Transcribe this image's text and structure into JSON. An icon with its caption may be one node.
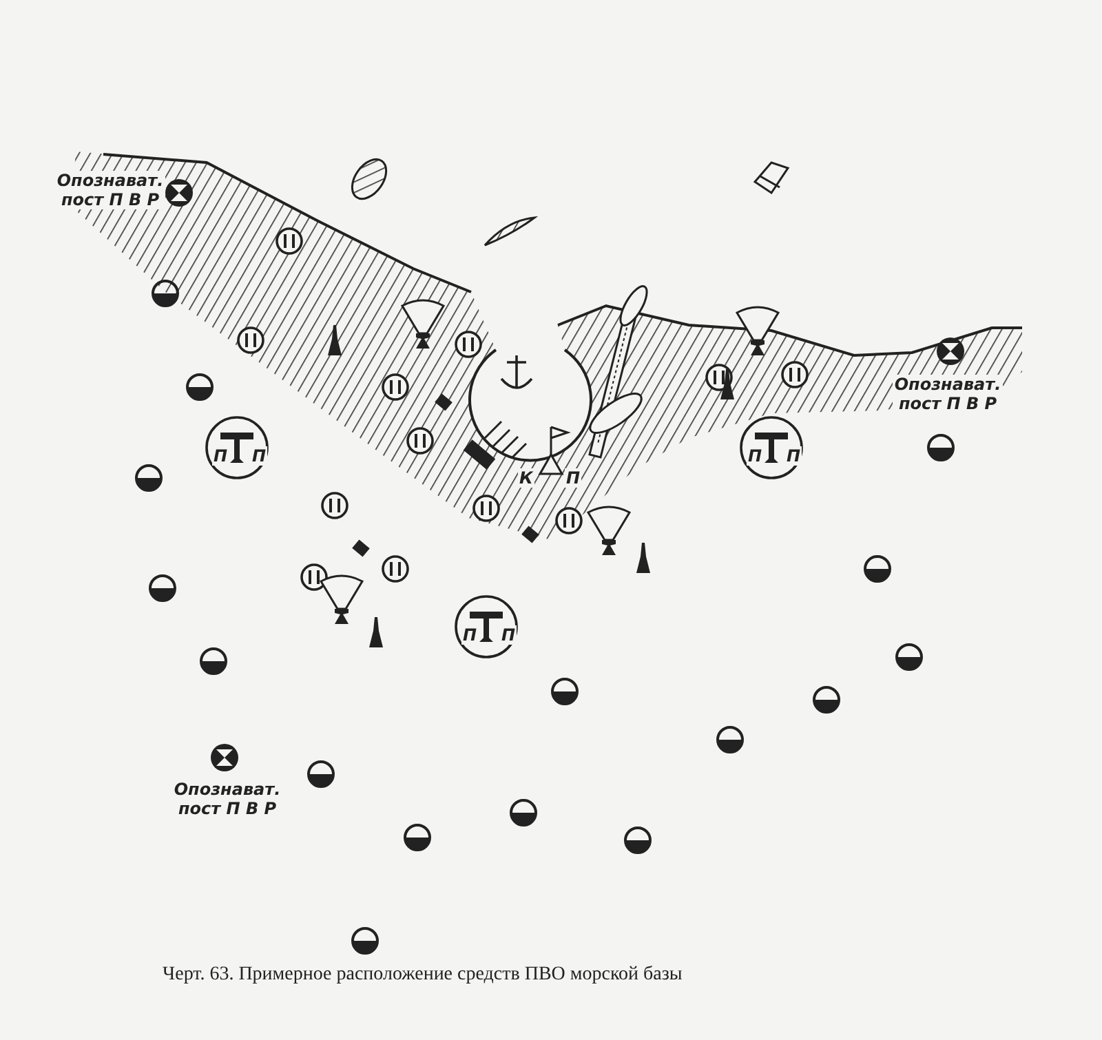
{
  "diagram": {
    "caption": "Черт. 63. Примерное расположение средств ПВО морской базы",
    "labels": [
      "Опознават. пост П В Р",
      "Опознават. пост П В Р",
      "П",
      "П",
      "П",
      "П",
      "К",
      "П",
      "П",
      "П",
      "Опознават. пост П В Р"
    ]
  }
}
